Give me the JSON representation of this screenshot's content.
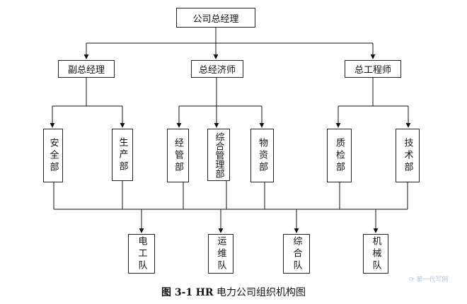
{
  "top": {
    "ceo": "公司总经理"
  },
  "level2": {
    "deputy": "副总经理",
    "economist": "总经济师",
    "engineer": "总工程师"
  },
  "departments": {
    "safety": "安全部",
    "production": "生产部",
    "management": "经管部",
    "general": "综合管理部",
    "materials": "物资部",
    "quality": "质检部",
    "technology": "技术部"
  },
  "teams": {
    "electrical": "电工队",
    "operations": "运维队",
    "comprehensive": "综合队",
    "machinery": "机械队"
  },
  "caption": {
    "figure_no": "图 3-1",
    "hr": "HR",
    "title": "电力公司组织机构图"
  },
  "watermark": "第一代写网"
}
